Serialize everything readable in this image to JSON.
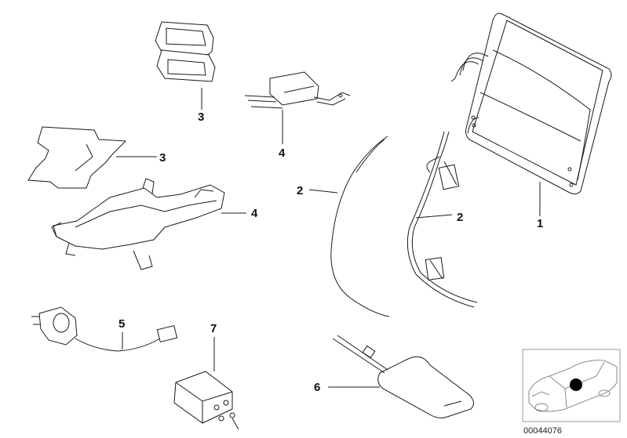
{
  "callouts": {
    "c1": "1",
    "c2a": "2",
    "c2b": "2",
    "c3a": "3",
    "c3b": "3",
    "c4a": "4",
    "c4b": "4",
    "c5": "5",
    "c6": "6",
    "c7": "7"
  },
  "reference_number": "00044076",
  "colors": {
    "line": "#1a1a1a",
    "background": "#ffffff",
    "marker": "#000000"
  }
}
